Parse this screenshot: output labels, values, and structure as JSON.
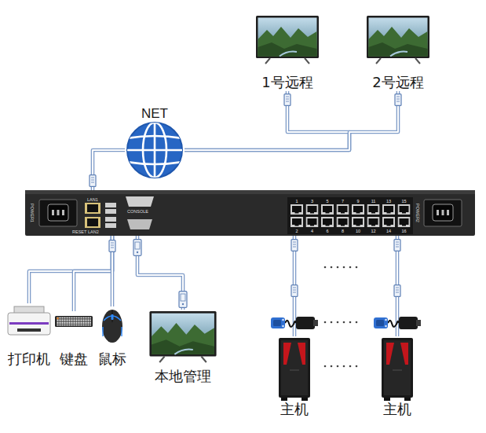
{
  "diagram": {
    "nodes": [
      {
        "text": [
          "1号远程"
        ]
      },
      {
        "text": [
          "2号远程"
        ]
      },
      {
        "text": [
          "NET"
        ]
      },
      {
        "text": [
          "POWER1",
          "LAN1",
          "RESET",
          "LAN2",
          "CONSOLE",
          "POWER2"
        ]
      },
      {
        "text": [
          "打印机"
        ]
      },
      {
        "text": [
          "键盘"
        ]
      },
      {
        "text": [
          "鼠标"
        ]
      },
      {
        "text": [
          "本地管理"
        ]
      },
      {
        "text": [
          "主机"
        ]
      },
      {
        "text": [
          "主机"
        ]
      }
    ],
    "edges": [
      {
        "from": 0,
        "to": 2,
        "arrow": "none"
      },
      {
        "from": 1,
        "to": 2,
        "arrow": "none"
      },
      {
        "from": 2,
        "to": 3,
        "arrow": "none"
      },
      {
        "from": 3,
        "to": 4,
        "arrow": "none"
      },
      {
        "from": 3,
        "to": 5,
        "arrow": "none"
      },
      {
        "from": 3,
        "to": 6,
        "arrow": "none"
      },
      {
        "from": 3,
        "to": 7,
        "arrow": "none"
      },
      {
        "from": 3,
        "to": 8,
        "arrow": "none"
      },
      {
        "from": 3,
        "to": 9,
        "arrow": "none"
      }
    ],
    "labels": [
      "1",
      "3",
      "5",
      "7",
      "9",
      "11",
      "13",
      "15",
      "2",
      "4",
      "6",
      "8",
      "10",
      "12",
      "14",
      "16"
    ]
  }
}
